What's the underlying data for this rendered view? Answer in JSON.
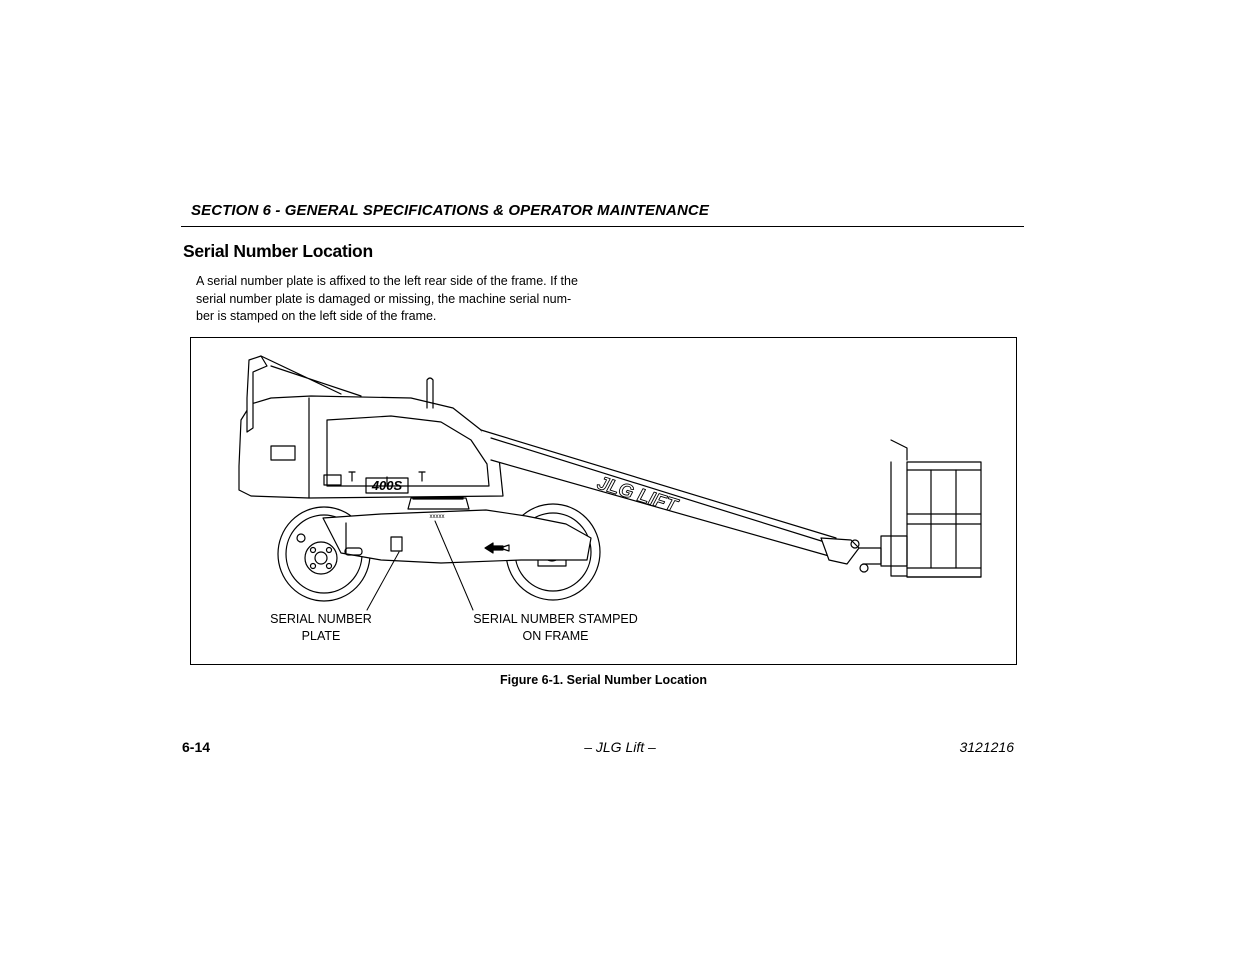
{
  "header": {
    "section_title": "SECTION 6 - GENERAL SPECIFICATIONS & OPERATOR MAINTENANCE"
  },
  "page_title": "Serial Number Location",
  "body_lines": [
    "A serial number plate is affixed to the left rear side of the frame. If the",
    "serial number plate is damaged or missing, the machine serial num-",
    "ber is stamped on the left side of the frame."
  ],
  "figure": {
    "model_badge": "400S",
    "boom_decal": "JLG LIFT",
    "stamp_text": "xxxxx",
    "callout_plate": [
      "SERIAL NUMBER",
      "PLATE"
    ],
    "callout_frame": [
      "SERIAL NUMBER STAMPED",
      "ON FRAME"
    ],
    "caption": "Figure 6-1. Serial Number Location"
  },
  "footer": {
    "page_number": "6-14",
    "center_text": "– JLG Lift –",
    "doc_number": "3121216"
  }
}
